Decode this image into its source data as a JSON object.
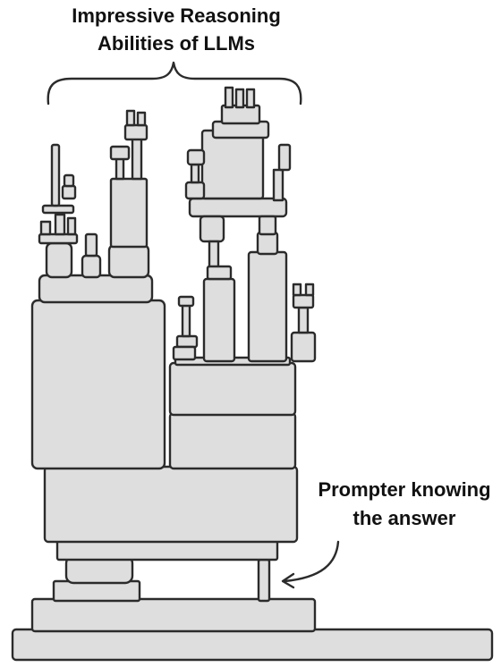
{
  "title_lines": [
    "Impressive Reasoning",
    "Abilities of LLMs"
  ],
  "annotation_lines": [
    "Prompter knowing",
    "the answer"
  ]
}
